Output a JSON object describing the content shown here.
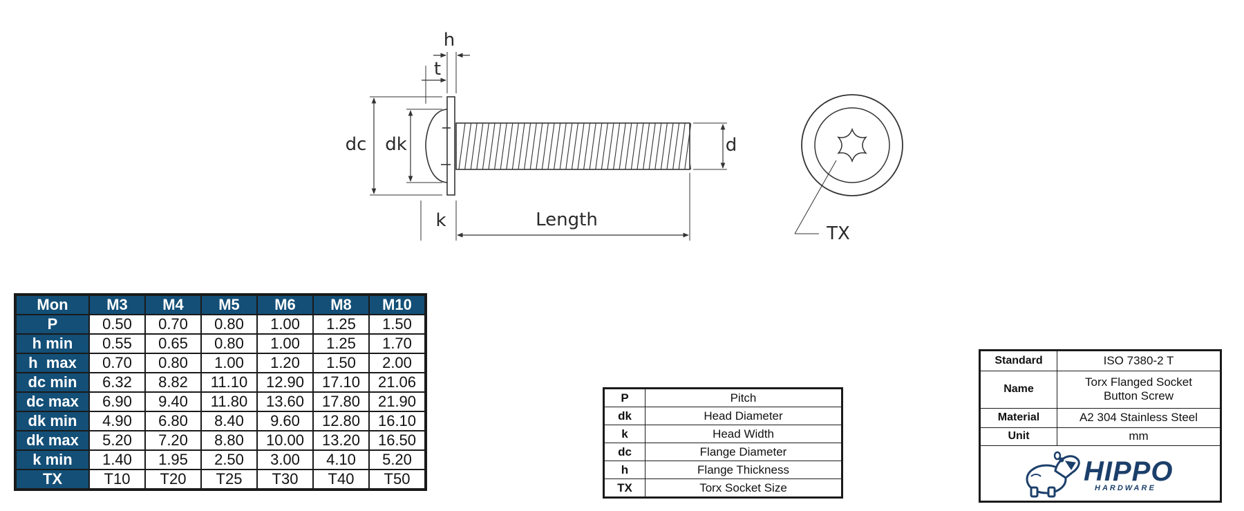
{
  "drawing": {
    "labels": {
      "h": "h",
      "t": "t",
      "dc": "dc",
      "dk": "dk",
      "d": "d",
      "k": "k",
      "length": "Length",
      "tx": "TX"
    }
  },
  "dimensions": {
    "headers": [
      "Mon",
      "M3",
      "M4",
      "M5",
      "M6",
      "M8",
      "M10"
    ],
    "rows": [
      {
        "label": "P",
        "values": [
          "0.50",
          "0.70",
          "0.80",
          "1.00",
          "1.25",
          "1.50"
        ]
      },
      {
        "label": "h min",
        "values": [
          "0.55",
          "0.65",
          "0.80",
          "1.00",
          "1.25",
          "1.70"
        ]
      },
      {
        "label": "h  max",
        "values": [
          "0.70",
          "0.80",
          "1.00",
          "1.20",
          "1.50",
          "2.00"
        ]
      },
      {
        "label": "dc min",
        "values": [
          "6.32",
          "8.82",
          "11.10",
          "12.90",
          "17.10",
          "21.06"
        ]
      },
      {
        "label": "dc max",
        "values": [
          "6.90",
          "9.40",
          "11.80",
          "13.60",
          "17.80",
          "21.90"
        ]
      },
      {
        "label": "dk min",
        "values": [
          "4.90",
          "6.80",
          "8.40",
          "9.60",
          "12.80",
          "16.10"
        ]
      },
      {
        "label": "dk max",
        "values": [
          "5.20",
          "7.20",
          "8.80",
          "10.00",
          "13.20",
          "16.50"
        ]
      },
      {
        "label": "k min",
        "values": [
          "1.40",
          "1.95",
          "2.50",
          "3.00",
          "4.10",
          "5.20"
        ]
      },
      {
        "label": "TX",
        "values": [
          "T10",
          "T20",
          "T25",
          "T30",
          "T40",
          "T50"
        ]
      }
    ]
  },
  "legend": [
    {
      "symbol": "P",
      "meaning": "Pitch"
    },
    {
      "symbol": "dk",
      "meaning": "Head Diameter"
    },
    {
      "symbol": "k",
      "meaning": "Head Width"
    },
    {
      "symbol": "dc",
      "meaning": "Flange Diameter"
    },
    {
      "symbol": "h",
      "meaning": "Flange Thickness"
    },
    {
      "symbol": "TX",
      "meaning": "Torx Socket Size"
    }
  ],
  "spec": {
    "standard_label": "Standard",
    "standard_value": "ISO 7380-2 T",
    "name_label": "Name",
    "name_value_line1": "Torx Flanged Socket",
    "name_value_line2": "Button Screw",
    "material_label": "Material",
    "material_value": "A2 304 Stainless Steel",
    "unit_label": "Unit",
    "unit_value": "mm"
  },
  "logo": {
    "brand": "HIPPO",
    "tagline": "HARDWARE",
    "icon": "hippo-mascot-icon",
    "color": "#1c3f6a"
  },
  "colors": {
    "table_header": "#134f77"
  }
}
